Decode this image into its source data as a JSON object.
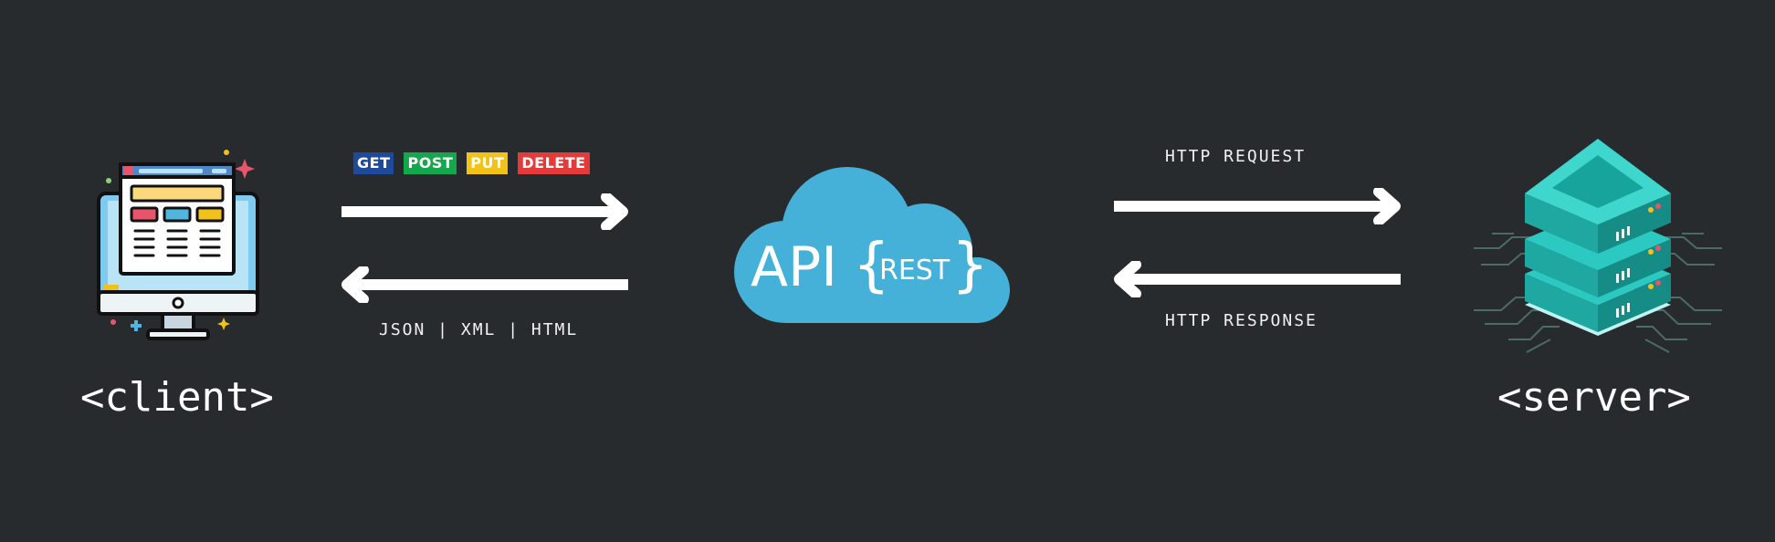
{
  "client": {
    "label": "<client>"
  },
  "server": {
    "label": "<server>"
  },
  "methods": [
    {
      "label": "GET",
      "color": "#1e4a9c"
    },
    {
      "label": "POST",
      "color": "#15a74d"
    },
    {
      "label": "PUT",
      "color": "#f2c21a"
    },
    {
      "label": "DELETE",
      "color": "#e43a3a"
    }
  ],
  "client_response_label": "JSON | XML | HTML",
  "api": {
    "title": "API",
    "subtitle": "REST",
    "open_brace": "{",
    "close_brace": "}",
    "color": "#45b1d8"
  },
  "http": {
    "request_label": "HTTP REQUEST",
    "response_label": "HTTP RESPONSE"
  },
  "colors": {
    "background": "#272b2e",
    "arrow": "#ffffff",
    "server": "#2bc9c1"
  }
}
